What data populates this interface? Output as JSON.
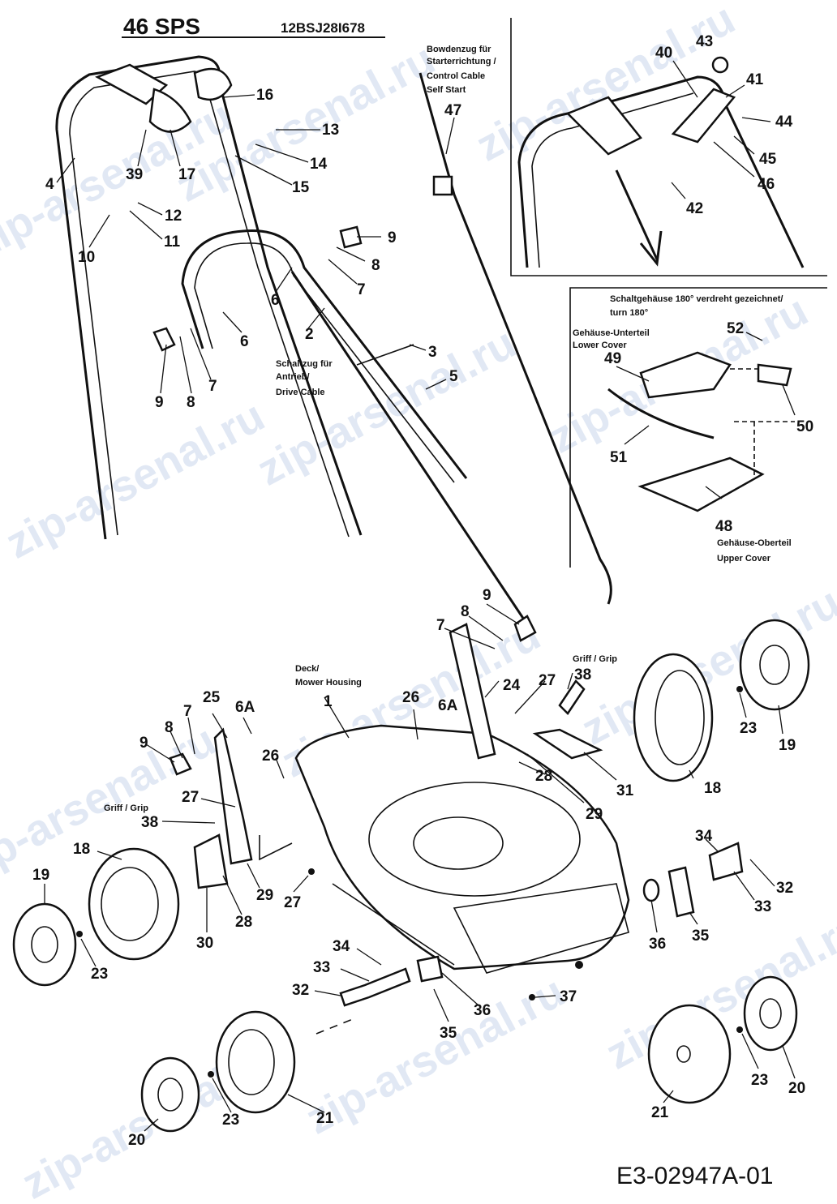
{
  "header": {
    "model_name": "46 SPS",
    "model_number": "12BSJ28I678"
  },
  "footer": {
    "diagram_code": "E3-02947A-01"
  },
  "watermark": {
    "text": "zip-arsenal.ru",
    "color": "#c9d7ec"
  },
  "labels": {
    "bowden_control_cable": [
      "Bowdenzug für",
      "Starterrichtung /",
      "Control Cable",
      "Self Start"
    ],
    "drive_cable": [
      "Schaltzug für",
      "Antrieb/",
      "Drive Cable"
    ],
    "switch_housing_note": [
      "Schaltgehäuse 180° verdreht gezeichnet/",
      "turn 180°"
    ],
    "lower_cover": [
      "Gehäuse-Unterteil",
      "Lower Cover"
    ],
    "upper_cover": [
      "Gehäuse-Oberteil",
      "Upper Cover"
    ],
    "mower_housing": [
      "Deck/",
      "Mower Housing"
    ],
    "grip_right": "Griff / Grip",
    "grip_left": "Griff / Grip"
  },
  "part_numbers": {
    "p1": "1",
    "p2": "2",
    "p3": "3",
    "p4": "4",
    "p5": "5",
    "p6a": "6",
    "p6b": "6",
    "p6A_left": "6A",
    "p6A_right": "6A",
    "p7a": "7",
    "p7b": "7",
    "p7c": "7",
    "p7d": "7",
    "p8a": "8",
    "p8b": "8",
    "p8c": "8",
    "p8d": "8",
    "p9a": "9",
    "p9b": "9",
    "p9c": "9",
    "p9d": "9",
    "p10": "10",
    "p11": "11",
    "p12": "12",
    "p13": "13",
    "p14": "14",
    "p15": "15",
    "p16": "16",
    "p17": "17",
    "p18a": "18",
    "p18b": "18",
    "p19a": "19",
    "p19b": "19",
    "p20a": "20",
    "p20b": "20",
    "p21a": "21",
    "p21b": "21",
    "p23a": "23",
    "p23b": "23",
    "p23c": "23",
    "p23d": "23",
    "p24": "24",
    "p25": "25",
    "p26a": "26",
    "p26b": "26",
    "p27a": "27",
    "p27b": "27",
    "p27c": "27",
    "p28a": "28",
    "p28b": "28",
    "p29a": "29",
    "p29b": "29",
    "p30": "30",
    "p31": "31",
    "p32a": "32",
    "p32b": "32",
    "p33a": "33",
    "p33b": "33",
    "p34a": "34",
    "p34b": "34",
    "p35a": "35",
    "p35b": "35",
    "p36a": "36",
    "p36b": "36",
    "p37": "37",
    "p38a": "38",
    "p38b": "38",
    "p39": "39",
    "p40": "40",
    "p41": "41",
    "p42": "42",
    "p43": "43",
    "p44": "44",
    "p45": "45",
    "p46": "46",
    "p47": "47",
    "p48": "48",
    "p49": "49",
    "p50": "50",
    "p51": "51",
    "p52": "52"
  }
}
